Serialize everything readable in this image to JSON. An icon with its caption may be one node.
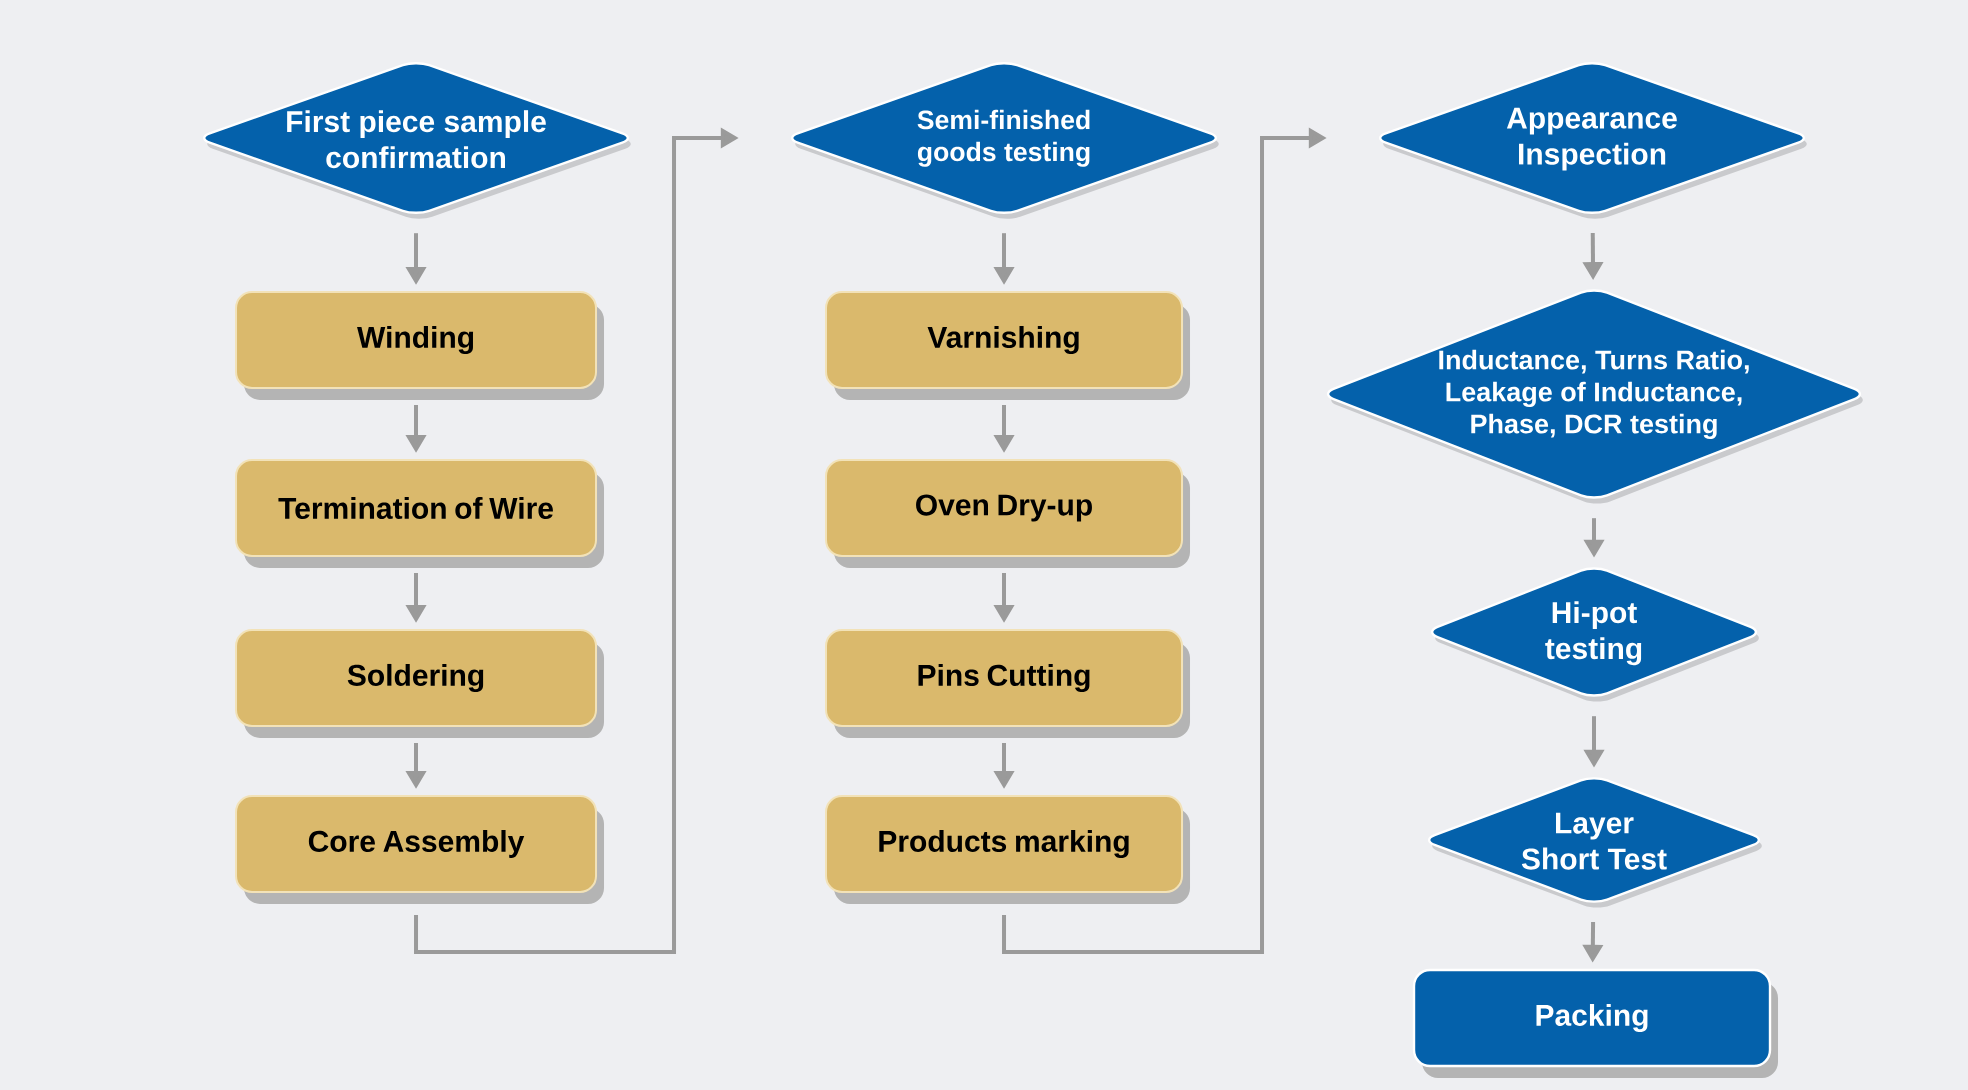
{
  "diagram": {
    "nodes": [
      {
        "text": [
          "First piece sample confirmation"
        ]
      },
      {
        "text": [
          "Winding"
        ]
      },
      {
        "text": [
          "Termination of Wire"
        ]
      },
      {
        "text": [
          "Soldering"
        ]
      },
      {
        "text": [
          "Core Assembly"
        ]
      },
      {
        "text": [
          "Semi-finished goods testing"
        ]
      },
      {
        "text": [
          "Varnishing"
        ]
      },
      {
        "text": [
          "Oven Dry-up"
        ]
      },
      {
        "text": [
          "Pins Cutting"
        ]
      },
      {
        "text": [
          "Products marking"
        ]
      },
      {
        "text": [
          "Appearance Inspection"
        ]
      },
      {
        "text": [
          "Inductance, Turns Ratio, Leakage of Inductance, Phase, DCR testing"
        ]
      },
      {
        "text": [
          "Hi-pot testing"
        ]
      },
      {
        "text": [
          "Layer Short Test"
        ]
      },
      {
        "text": [
          "Packing"
        ]
      }
    ],
    "edges": [
      {
        "from": 0,
        "to": 1,
        "arrow": "to"
      },
      {
        "from": 1,
        "to": 2,
        "arrow": "to"
      },
      {
        "from": 2,
        "to": 3,
        "arrow": "to"
      },
      {
        "from": 3,
        "to": 4,
        "arrow": "to"
      },
      {
        "from": 4,
        "to": 5,
        "arrow": "to"
      },
      {
        "from": 5,
        "to": 6,
        "arrow": "to"
      },
      {
        "from": 6,
        "to": 7,
        "arrow": "to"
      },
      {
        "from": 7,
        "to": 8,
        "arrow": "to"
      },
      {
        "from": 8,
        "to": 9,
        "arrow": "to"
      },
      {
        "from": 9,
        "to": 10,
        "arrow": "to"
      },
      {
        "from": 10,
        "to": 11,
        "arrow": "to"
      },
      {
        "from": 11,
        "to": 12,
        "arrow": "to"
      },
      {
        "from": 12,
        "to": 13,
        "arrow": "to"
      },
      {
        "from": 13,
        "to": 14,
        "arrow": "to"
      }
    ]
  }
}
